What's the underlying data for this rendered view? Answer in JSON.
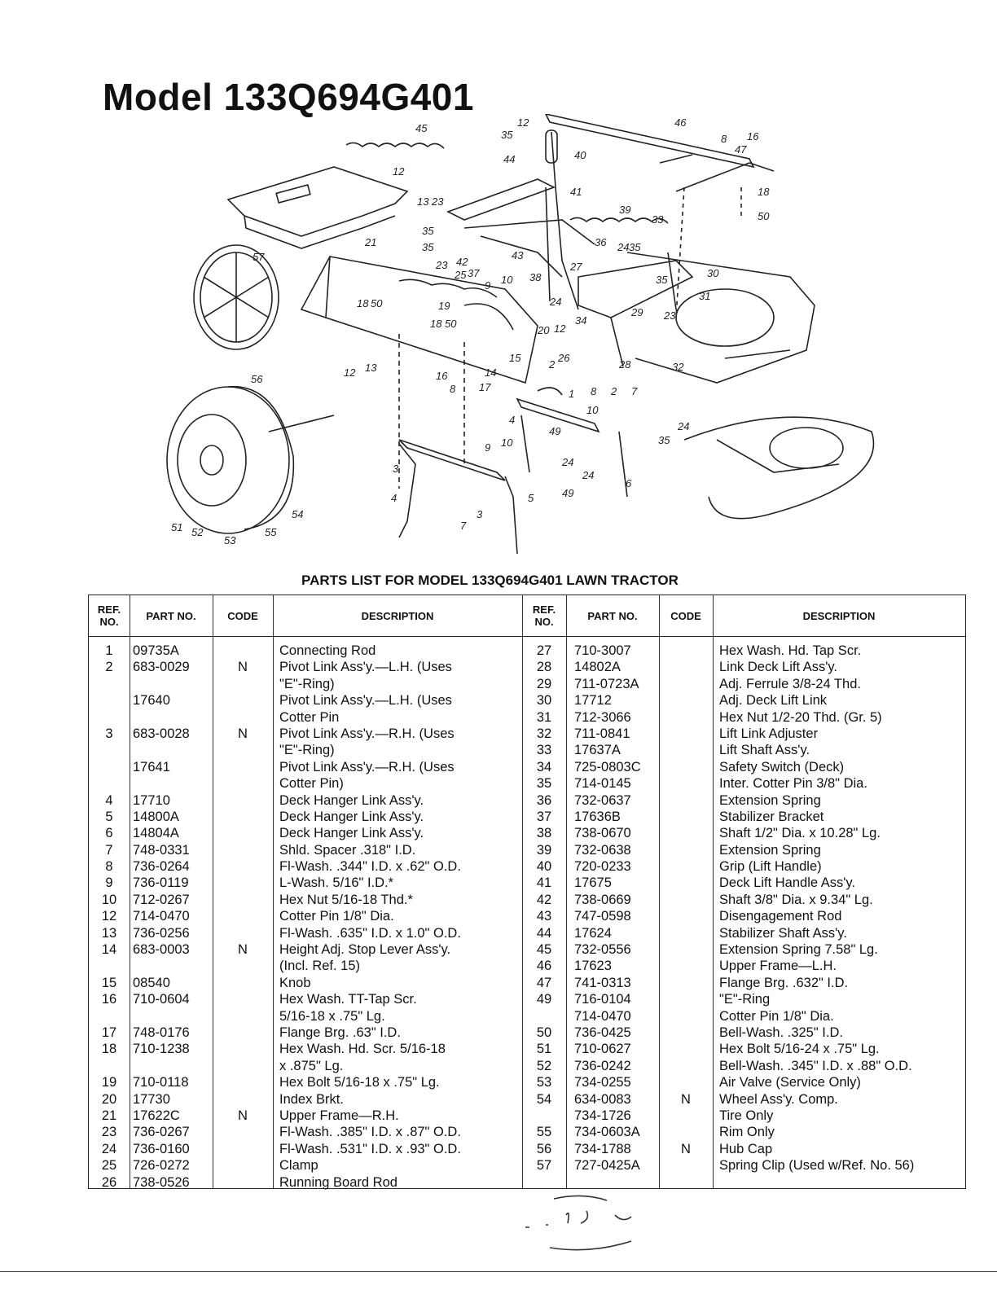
{
  "title": "Model 133Q694G401",
  "parts_heading": "PARTS LIST FOR MODEL 133Q694G401 LAWN TRACTOR",
  "headers": {
    "ref": "REF. NO.",
    "part": "PART NO.",
    "code": "CODE",
    "desc": "DESCRIPTION"
  },
  "callouts": [
    "45",
    "35",
    "12",
    "44",
    "40",
    "46",
    "8",
    "47",
    "16",
    "18",
    "50",
    "12",
    "13",
    "23",
    "35",
    "35",
    "41",
    "39",
    "33",
    "36",
    "24",
    "35",
    "57",
    "21",
    "23",
    "42",
    "25",
    "37",
    "9",
    "10",
    "43",
    "38",
    "27",
    "35",
    "30",
    "31",
    "18",
    "50",
    "19",
    "24",
    "12",
    "29",
    "23",
    "18",
    "50",
    "20",
    "34",
    "12",
    "13",
    "16",
    "8",
    "17",
    "14",
    "15",
    "26",
    "28",
    "32",
    "2",
    "1",
    "8",
    "10",
    "2",
    "7",
    "56",
    "4",
    "49",
    "35",
    "24",
    "9",
    "10",
    "3",
    "24",
    "24",
    "6",
    "49",
    "4",
    "5",
    "3",
    "7",
    "51",
    "52",
    "53",
    "55",
    "54"
  ],
  "left_rows": [
    {
      "ref": "1",
      "part": "09735A",
      "code": "",
      "desc": "Connecting Rod"
    },
    {
      "ref": "2",
      "part": "683-0029",
      "code": "N",
      "desc": "Pivot Link Ass'y.—L.H. (Uses"
    },
    {
      "ref": "",
      "part": "",
      "code": "",
      "desc": "\"E\"-Ring)"
    },
    {
      "ref": "",
      "part": "17640",
      "code": "",
      "desc": "Pivot Link Ass'y.—L.H. (Uses"
    },
    {
      "ref": "",
      "part": "",
      "code": "",
      "desc": "Cotter Pin"
    },
    {
      "ref": "3",
      "part": "683-0028",
      "code": "N",
      "desc": "Pivot Link Ass'y.—R.H. (Uses"
    },
    {
      "ref": "",
      "part": "",
      "code": "",
      "desc": "\"E\"-Ring)"
    },
    {
      "ref": "",
      "part": "17641",
      "code": "",
      "desc": "Pivot Link Ass'y.—R.H. (Uses"
    },
    {
      "ref": "",
      "part": "",
      "code": "",
      "desc": "Cotter Pin)"
    },
    {
      "ref": "4",
      "part": "17710",
      "code": "",
      "desc": "Deck Hanger Link Ass'y."
    },
    {
      "ref": "5",
      "part": "14800A",
      "code": "",
      "desc": "Deck Hanger Link Ass'y."
    },
    {
      "ref": "6",
      "part": "14804A",
      "code": "",
      "desc": "Deck Hanger Link Ass'y."
    },
    {
      "ref": "7",
      "part": "748-0331",
      "code": "",
      "desc": "Shld. Spacer .318\" I.D."
    },
    {
      "ref": "8",
      "part": "736-0264",
      "code": "",
      "desc": "Fl-Wash. .344\" I.D. x .62\" O.D."
    },
    {
      "ref": "9",
      "part": "736-0119",
      "code": "",
      "desc": "L-Wash. 5/16\" I.D.*"
    },
    {
      "ref": "10",
      "part": "712-0267",
      "code": "",
      "desc": "Hex Nut 5/16-18 Thd.*"
    },
    {
      "ref": "12",
      "part": "714-0470",
      "code": "",
      "desc": "Cotter Pin 1/8\" Dia."
    },
    {
      "ref": "13",
      "part": "736-0256",
      "code": "",
      "desc": "Fl-Wash. .635\" I.D. x 1.0\" O.D."
    },
    {
      "ref": "14",
      "part": "683-0003",
      "code": "N",
      "desc": "Height Adj. Stop Lever Ass'y."
    },
    {
      "ref": "",
      "part": "",
      "code": "",
      "desc": "(Incl. Ref. 15)"
    },
    {
      "ref": "15",
      "part": "08540",
      "code": "",
      "desc": "Knob"
    },
    {
      "ref": "16",
      "part": "710-0604",
      "code": "",
      "desc": "Hex Wash. TT-Tap Scr."
    },
    {
      "ref": "",
      "part": "",
      "code": "",
      "desc": "5/16-18 x .75\" Lg."
    },
    {
      "ref": "17",
      "part": "748-0176",
      "code": "",
      "desc": "Flange Brg. .63\" I.D."
    },
    {
      "ref": "18",
      "part": "710-1238",
      "code": "",
      "desc": "Hex Wash. Hd. Scr. 5/16-18"
    },
    {
      "ref": "",
      "part": "",
      "code": "",
      "desc": "x .875\" Lg."
    },
    {
      "ref": "19",
      "part": "710-0118",
      "code": "",
      "desc": "Hex Bolt 5/16-18 x .75\" Lg."
    },
    {
      "ref": "20",
      "part": "17730",
      "code": "",
      "desc": "Index Brkt."
    },
    {
      "ref": "21",
      "part": "17622C",
      "code": "N",
      "desc": "Upper Frame—R.H."
    },
    {
      "ref": "23",
      "part": "736-0267",
      "code": "",
      "desc": "Fl-Wash. .385\" I.D. x .87\" O.D."
    },
    {
      "ref": "24",
      "part": "736-0160",
      "code": "",
      "desc": "Fl-Wash. .531\" I.D. x .93\" O.D."
    },
    {
      "ref": "25",
      "part": "726-0272",
      "code": "",
      "desc": "Clamp"
    },
    {
      "ref": "26",
      "part": "738-0526",
      "code": "",
      "desc": "Running Board Rod"
    }
  ],
  "right_rows": [
    {
      "ref": "27",
      "part": "710-3007",
      "code": "",
      "desc": "Hex Wash. Hd. Tap Scr."
    },
    {
      "ref": "28",
      "part": "14802A",
      "code": "",
      "desc": "Link Deck Lift Ass'y."
    },
    {
      "ref": "29",
      "part": "711-0723A",
      "code": "",
      "desc": "Adj. Ferrule 3/8-24 Thd."
    },
    {
      "ref": "30",
      "part": "17712",
      "code": "",
      "desc": "Adj. Deck Lift Link"
    },
    {
      "ref": "31",
      "part": "712-3066",
      "code": "",
      "desc": "Hex Nut 1/2-20 Thd. (Gr. 5)"
    },
    {
      "ref": "32",
      "part": "711-0841",
      "code": "",
      "desc": "Lift Link Adjuster"
    },
    {
      "ref": "33",
      "part": "17637A",
      "code": "",
      "desc": "Lift Shaft Ass'y."
    },
    {
      "ref": "34",
      "part": "725-0803C",
      "code": "",
      "desc": "Safety Switch (Deck)"
    },
    {
      "ref": "35",
      "part": "714-0145",
      "code": "",
      "desc": "Inter. Cotter Pin 3/8\" Dia."
    },
    {
      "ref": "36",
      "part": "732-0637",
      "code": "",
      "desc": "Extension Spring"
    },
    {
      "ref": "37",
      "part": "17636B",
      "code": "",
      "desc": "Stabilizer Bracket"
    },
    {
      "ref": "38",
      "part": "738-0670",
      "code": "",
      "desc": "Shaft 1/2\" Dia. x 10.28\" Lg."
    },
    {
      "ref": "39",
      "part": "732-0638",
      "code": "",
      "desc": "Extension Spring"
    },
    {
      "ref": "40",
      "part": "720-0233",
      "code": "",
      "desc": "Grip (Lift Handle)"
    },
    {
      "ref": "41",
      "part": "17675",
      "code": "",
      "desc": "Deck Lift Handle Ass'y."
    },
    {
      "ref": "42",
      "part": "738-0669",
      "code": "",
      "desc": "Shaft 3/8\" Dia. x 9.34\" Lg."
    },
    {
      "ref": "43",
      "part": "747-0598",
      "code": "",
      "desc": "Disengagement Rod"
    },
    {
      "ref": "44",
      "part": "17624",
      "code": "",
      "desc": "Stabilizer Shaft Ass'y."
    },
    {
      "ref": "45",
      "part": "732-0556",
      "code": "",
      "desc": "Extension Spring 7.58\" Lg."
    },
    {
      "ref": "46",
      "part": "17623",
      "code": "",
      "desc": "Upper Frame—L.H."
    },
    {
      "ref": "47",
      "part": "741-0313",
      "code": "",
      "desc": "Flange Brg. .632\" I.D."
    },
    {
      "ref": "49",
      "part": "716-0104",
      "code": "",
      "desc": "\"E\"-Ring"
    },
    {
      "ref": "",
      "part": "714-0470",
      "code": "",
      "desc": "Cotter Pin 1/8\" Dia."
    },
    {
      "ref": "50",
      "part": "736-0425",
      "code": "",
      "desc": "Bell-Wash. .325\" I.D."
    },
    {
      "ref": "51",
      "part": "710-0627",
      "code": "",
      "desc": "Hex Bolt 5/16-24 x .75\" Lg."
    },
    {
      "ref": "52",
      "part": "736-0242",
      "code": "",
      "desc": "Bell-Wash. .345\" I.D. x .88\" O.D."
    },
    {
      "ref": "53",
      "part": "734-0255",
      "code": "",
      "desc": "Air Valve (Service Only)"
    },
    {
      "ref": "54",
      "part": "634-0083",
      "code": "N",
      "desc": "Wheel Ass'y. Comp."
    },
    {
      "ref": "",
      "part": "734-1726",
      "code": "",
      "desc": "Tire Only"
    },
    {
      "ref": "55",
      "part": "734-0603A",
      "code": "",
      "desc": "Rim Only"
    },
    {
      "ref": "56",
      "part": "734-1788",
      "code": "N",
      "desc": "Hub Cap"
    },
    {
      "ref": "57",
      "part": "727-0425A",
      "code": "",
      "desc": "Spring Clip (Used w/Ref. No. 56)"
    }
  ]
}
